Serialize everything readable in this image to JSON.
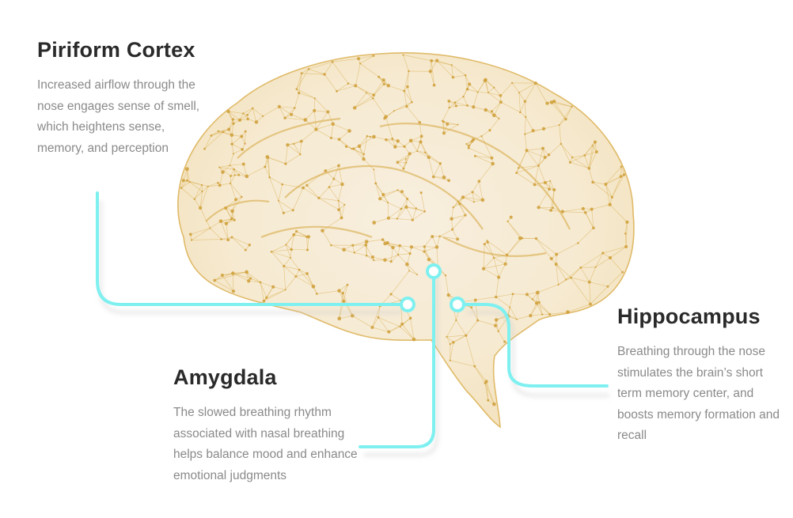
{
  "regions": [
    {
      "name": "Piriform Cortex",
      "description": "Increased airflow through the nose engages sense of smell, which heightens sense, memory, and perception"
    },
    {
      "name": "Amygdala",
      "description": "The slowed breathing rhythm associated with nasal breathing helps balance mood and enhance emotional judgments"
    },
    {
      "name": "Hippocampus",
      "description": "Breathing through the nose stimulates the brain’s short term memory center, and boosts memory formation and recall"
    }
  ],
  "colors": {
    "brain_mesh": "#d9ad4a",
    "connector": "#7ff0f0",
    "heading": "#2a2a2a",
    "body_text": "#8a8a8a"
  },
  "icons": {
    "brain": "brain-mesh-illustration",
    "marker": "ring-marker-icon"
  }
}
